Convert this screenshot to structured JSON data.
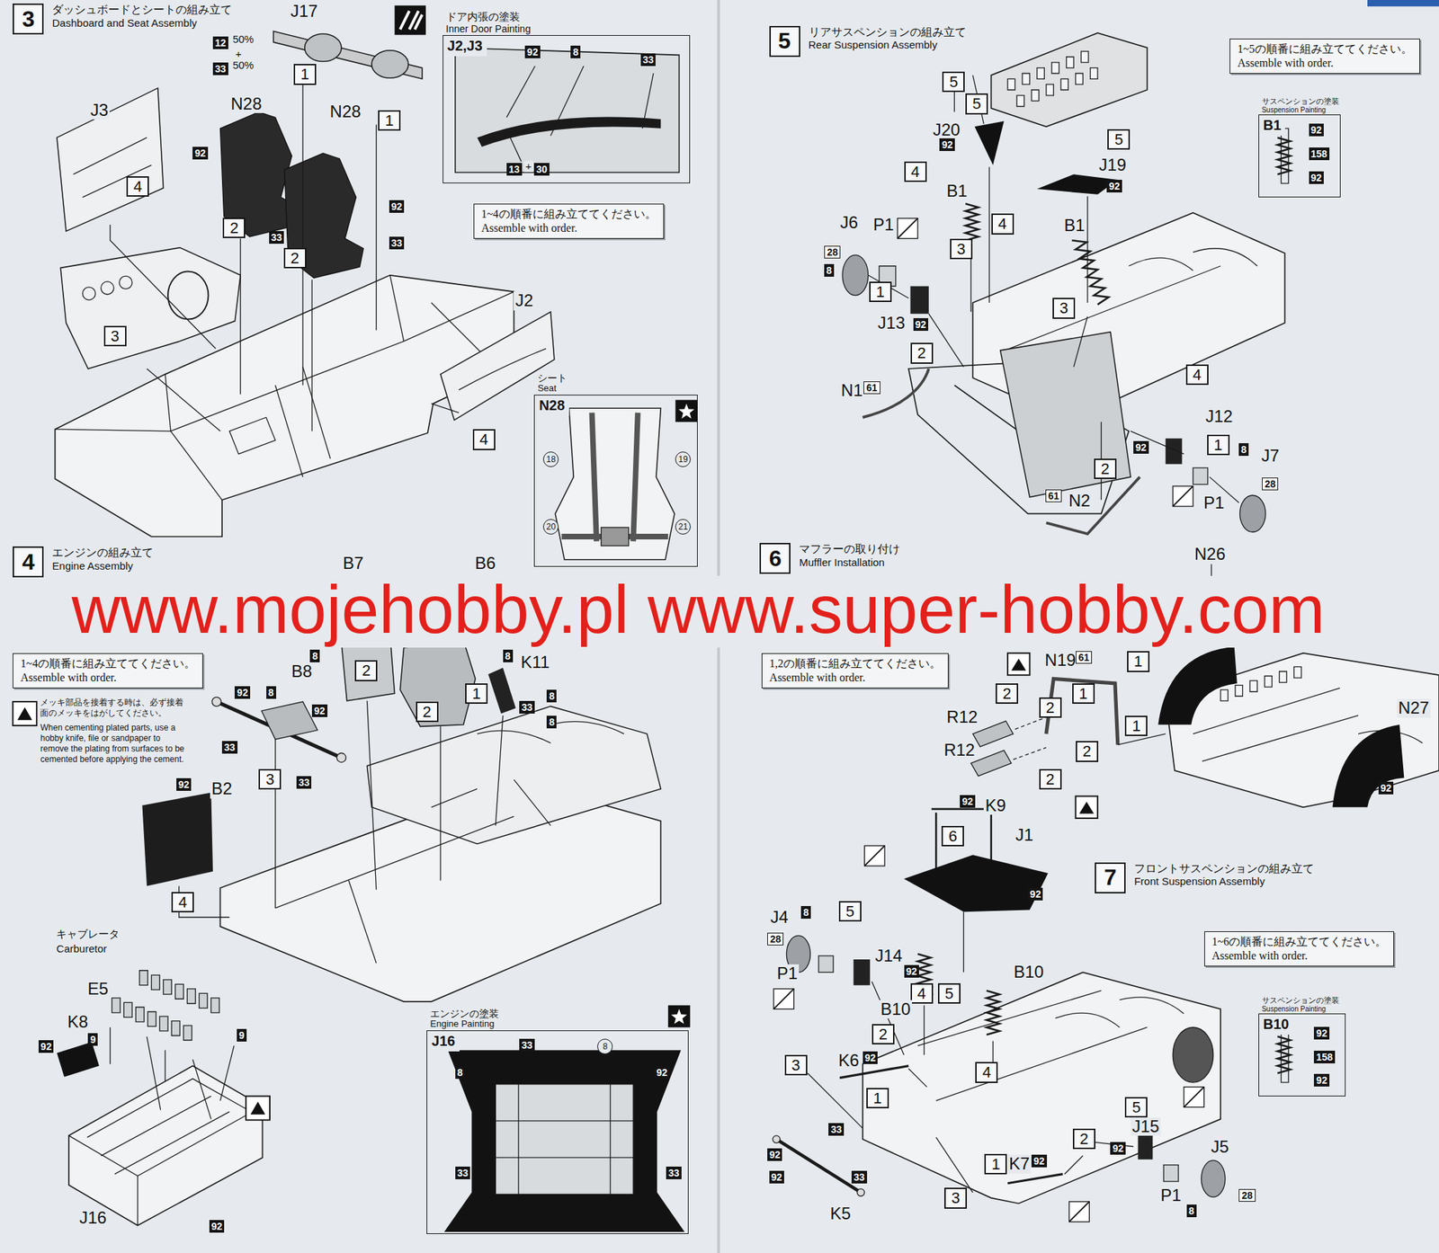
{
  "diagram": {
    "nodes": [
      {
        "text": [
          "3",
          "ダッシュボードとシートの組み立て",
          "Dashboard and Seat Assembly"
        ]
      },
      {
        "text": [
          "ドア内張の塗装",
          "Inner Door Painting",
          "J2,J3"
        ]
      },
      {
        "text": [
          "1~4の順番に組み立ててください。",
          "Assemble with order."
        ]
      },
      {
        "text": [
          "シート",
          "Seat",
          "N28"
        ]
      },
      {
        "text": [
          "4",
          "エンジンの組み立て",
          "Engine Assembly"
        ]
      },
      {
        "text": [
          "1~4の順番に組み立ててください。",
          "Assemble with order."
        ]
      },
      {
        "text": [
          "エンジンの塗装",
          "Engine Painting",
          "J16"
        ]
      },
      {
        "text": [
          "5",
          "リアサスペンションの組み立て",
          "Rear Suspension Assembly"
        ]
      },
      {
        "text": [
          "1~5の順番に組み立ててください。",
          "Assemble with order."
        ]
      },
      {
        "text": [
          "サスペンションの塗装",
          "Suspension Painting",
          "B1"
        ]
      },
      {
        "text": [
          "6",
          "マフラーの取り付け",
          "Muffler Installation"
        ]
      },
      {
        "text": [
          "1,2の順番に組み立ててください。",
          "Assemble with order."
        ]
      },
      {
        "text": [
          "7",
          "フロントサスペンションの組み立て",
          "Front Suspension Assembly"
        ]
      },
      {
        "text": [
          "1~6の順番に組み立ててください。",
          "Assemble with order."
        ]
      },
      {
        "text": [
          "サスペンションの塗装",
          "Suspension Painting",
          "B10"
        ]
      }
    ],
    "labels": [
      "J17",
      "12",
      "50%",
      "+",
      "33",
      "50%",
      "1",
      "1",
      "N28",
      "N28",
      "92",
      "2",
      "33",
      "2",
      "92",
      "33",
      "J3",
      "4",
      "3",
      "J2",
      "4",
      "92",
      "8",
      "33",
      "13",
      "+",
      "30",
      "18",
      "19",
      "20",
      "21",
      "メッキ部品を接着する時は、必ず接着面のメッキをはがしてください。",
      "When cementing plated parts, use a hobby knife, file or sandpaper to remove the plating from surfaces to be cemented before applying the cement.",
      "B7",
      "8",
      "B6",
      "8",
      "2",
      "1",
      "2",
      "K11",
      "8",
      "33",
      "8",
      "92",
      "8",
      "B8",
      "92",
      "33",
      "3",
      "33",
      "B2",
      "92",
      "4",
      "キャブレータ",
      "Carburetor",
      "E5",
      "9",
      "K8",
      "9",
      "92",
      "J16",
      "92",
      "33",
      "8",
      "8",
      "92",
      "33",
      "33",
      "www.mojehobby.pl www.super-hobby.com",
      "5",
      "5",
      "5",
      "J20",
      "92",
      "J19",
      "92",
      "4",
      "4",
      "4",
      "B1",
      "B1",
      "J6",
      "P1",
      "28",
      "8",
      "1",
      "3",
      "3",
      "J13",
      "92",
      "2",
      "N1",
      "61",
      "J12",
      "92",
      "1",
      "8",
      "J7",
      "28",
      "P1",
      "2",
      "61",
      "N2",
      "92",
      "158",
      "92",
      "N26",
      "N19",
      "61",
      "1",
      "1",
      "1",
      "2",
      "2",
      "2",
      "2",
      "R12",
      "R12",
      "N27",
      "92",
      "92",
      "K9",
      "6",
      "J1",
      "92",
      "J4",
      "8",
      "28",
      "P1",
      "J14",
      "92",
      "5",
      "4",
      "5",
      "B10",
      "B10",
      "2",
      "3",
      "K6",
      "92",
      "1",
      "4",
      "2",
      "1",
      "K7",
      "92",
      "33",
      "92",
      "92",
      "33",
      "K5",
      "3",
      "5",
      "J15",
      "92",
      "J5",
      "P1",
      "28",
      "8",
      "92",
      "158",
      "92"
    ]
  }
}
